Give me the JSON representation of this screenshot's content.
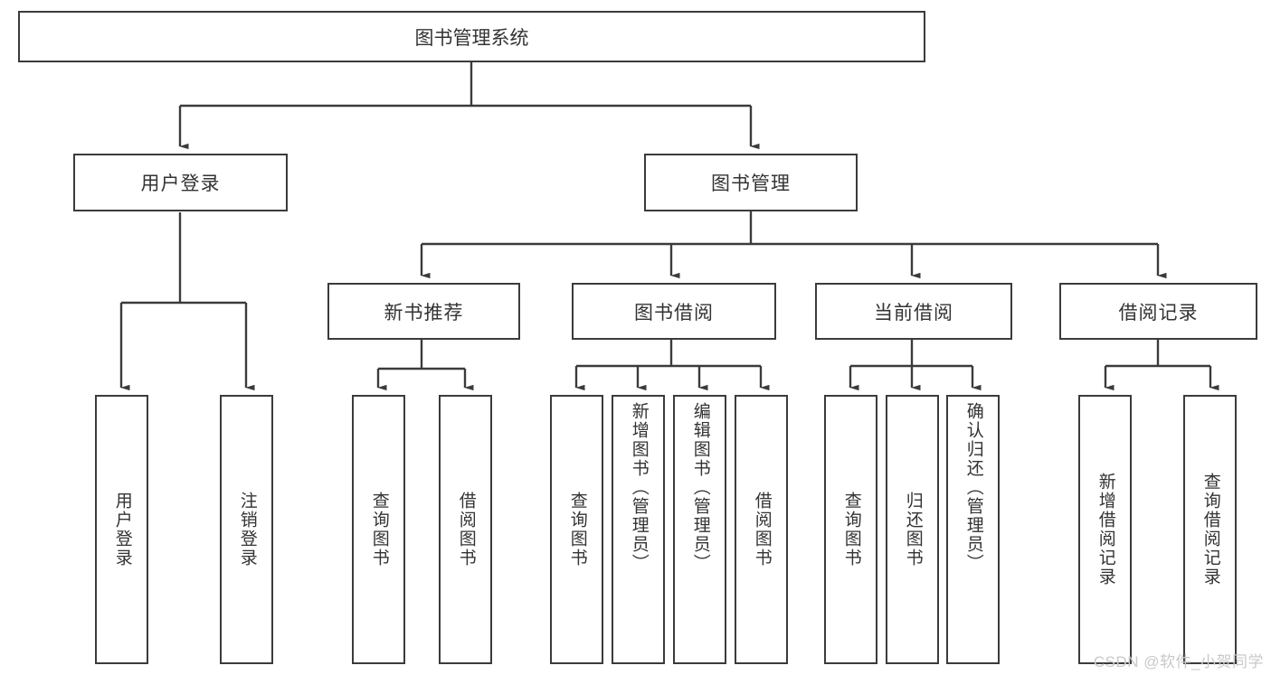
{
  "diagram": {
    "title": "图书管理系统",
    "type": "hierarchy-tree",
    "root": {
      "label": "图书管理系统"
    },
    "level2": [
      {
        "label": "用户登录"
      },
      {
        "label": "图书管理"
      }
    ],
    "level3": [
      {
        "label": "新书推荐"
      },
      {
        "label": "图书借阅"
      },
      {
        "label": "当前借阅"
      },
      {
        "label": "借阅记录"
      }
    ],
    "leaves": {
      "user_login": [
        {
          "label": "用户登录"
        },
        {
          "label": "注销登录"
        }
      ],
      "new_book_recommend": [
        {
          "label": "查询图书"
        },
        {
          "label": "借阅图书"
        }
      ],
      "book_borrow": [
        {
          "label": "查询图书"
        },
        {
          "label": "新增图书（管理员）"
        },
        {
          "label": "编辑图书（管理员）"
        },
        {
          "label": "借阅图书"
        }
      ],
      "current_borrow": [
        {
          "label": "查询图书"
        },
        {
          "label": "归还图书"
        },
        {
          "label": "确认归还（管理员）"
        }
      ],
      "borrow_record": [
        {
          "label": "新增借阅记录"
        },
        {
          "label": "查询借阅记录"
        }
      ]
    },
    "colors": {
      "stroke": "#3b3b3b",
      "text": "#333333",
      "background": "#ffffff",
      "watermark": "#c9c9c9"
    }
  },
  "watermark": {
    "text": "CSDN @软件_小贺同学"
  }
}
